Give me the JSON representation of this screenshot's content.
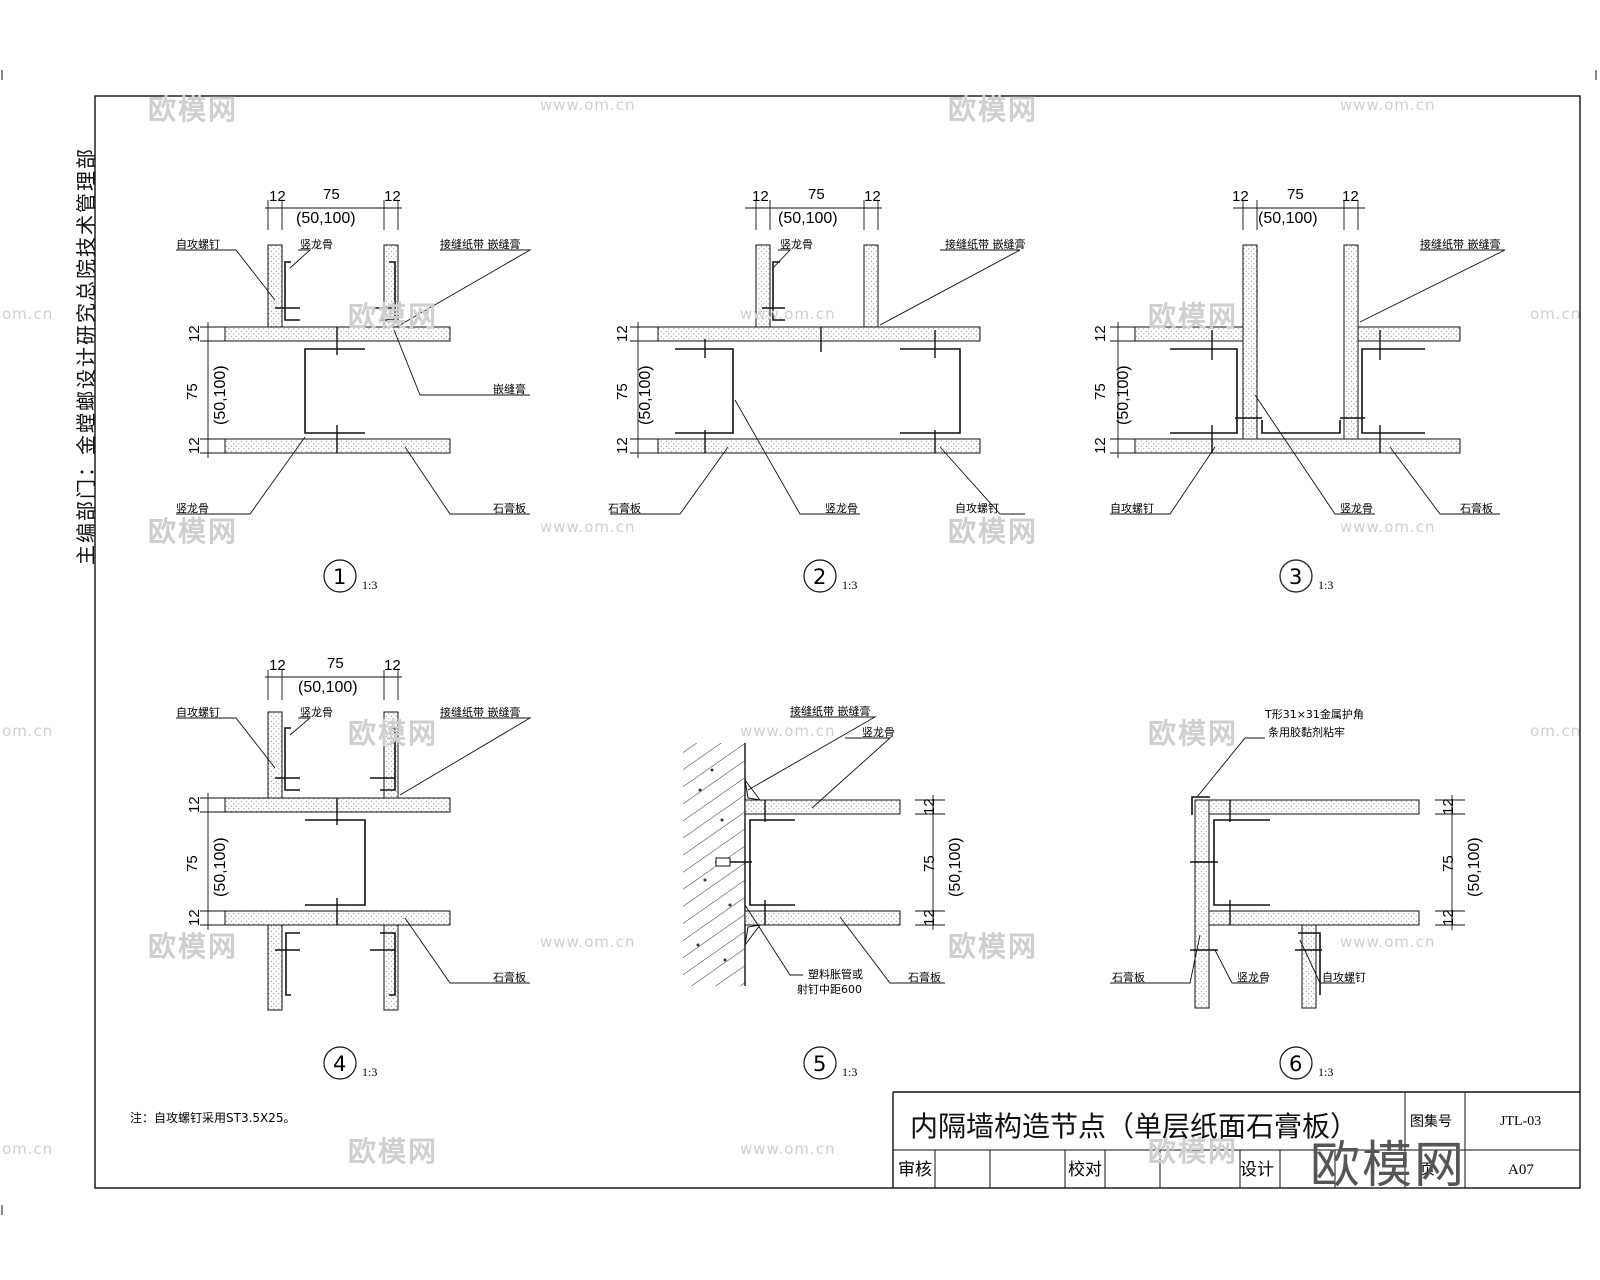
{
  "sheet": {
    "side_label": "主编部门：金螳螂设计研究总院技术管理部",
    "note": "注：自攻螺钉采用ST3.5X25。"
  },
  "title_block": {
    "title": "内隔墙构造节点（单层纸面石膏板）",
    "atlas_label": "图集号",
    "atlas_no": "JTL-03",
    "review_label": "审核",
    "check_label": "校对",
    "design_label": "设计",
    "page_label": "页",
    "page_no": "A07"
  },
  "watermarks": {
    "brand": "欧模网",
    "site": "www.om.cn",
    "site_cut": "om.cn",
    "logo": "欧模网"
  },
  "dims": {
    "board": "12",
    "stud": "75",
    "stud_alt": "(50,100)"
  },
  "details": [
    {
      "num": "1",
      "scale": "1:3",
      "labels": {
        "screw": "自攻螺钉",
        "stud": "竖龙骨",
        "tape": "接缝纸带 嵌缝膏",
        "filler": "嵌缝膏",
        "stud2": "竖龙骨",
        "board": "石膏板"
      }
    },
    {
      "num": "2",
      "scale": "1:3",
      "labels": {
        "stud": "竖龙骨",
        "tape": "接缝纸带 嵌缝膏",
        "board": "石膏板",
        "stud2": "竖龙骨",
        "screw": "自攻螺钉"
      }
    },
    {
      "num": "3",
      "scale": "1:3",
      "labels": {
        "tape": "接缝纸带 嵌缝膏",
        "screw": "自攻螺钉",
        "stud": "竖龙骨",
        "board": "石膏板"
      }
    },
    {
      "num": "4",
      "scale": "1:3",
      "labels": {
        "screw": "自攻螺钉",
        "stud": "竖龙骨",
        "tape": "接缝纸带 嵌缝膏",
        "board": "石膏板"
      }
    },
    {
      "num": "5",
      "scale": "1:3",
      "labels": {
        "tape": "接缝纸带 嵌缝膏",
        "stud": "竖龙骨",
        "anchor1": "塑料胀管或",
        "anchor2": "射钉中距600",
        "board": "石膏板"
      }
    },
    {
      "num": "6",
      "scale": "1:3",
      "labels": {
        "corner1": "T形31×31金属护角",
        "corner2": "条用胶黏剂粘牢",
        "board": "石膏板",
        "stud": "竖龙骨",
        "screw": "自攻螺钉"
      }
    }
  ]
}
